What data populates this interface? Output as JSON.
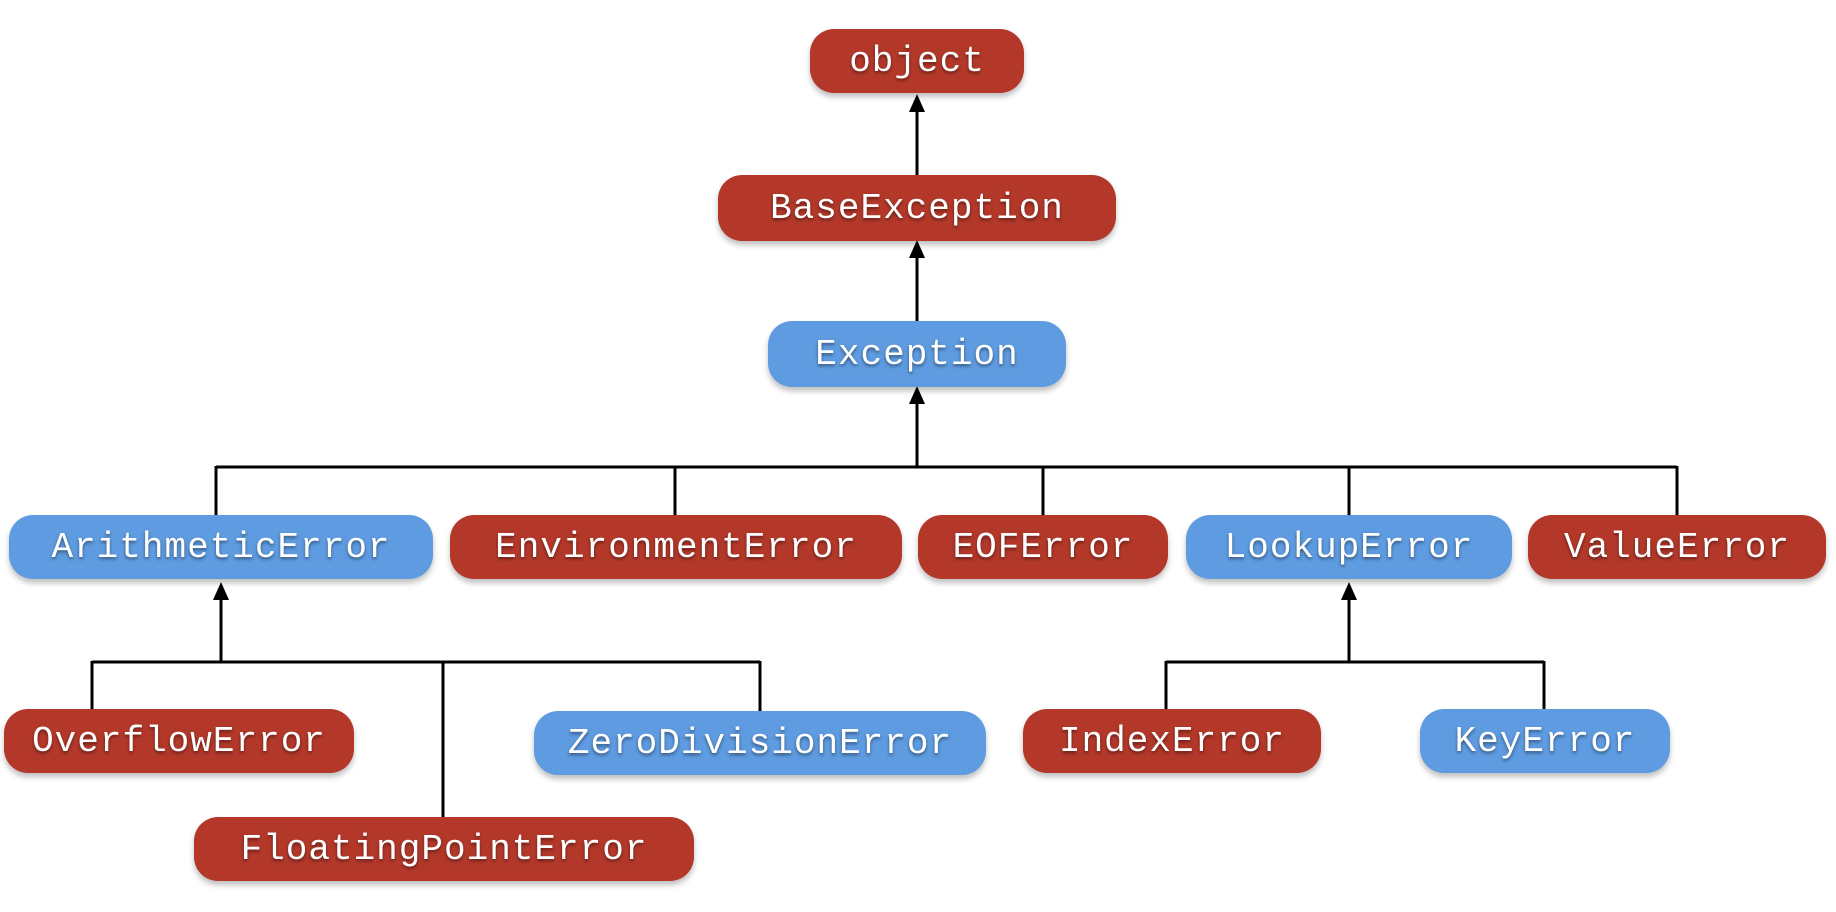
{
  "colors": {
    "red": "#b3382a",
    "blue": "#5e9be0",
    "connector": "#000000"
  },
  "nodes": [
    {
      "id": "object",
      "label": "object",
      "color": "red"
    },
    {
      "id": "base_exception",
      "label": "BaseException",
      "color": "red"
    },
    {
      "id": "exception",
      "label": "Exception",
      "color": "blue"
    },
    {
      "id": "arithmetic_error",
      "label": "ArithmeticError",
      "color": "blue"
    },
    {
      "id": "environment_error",
      "label": "EnvironmentError",
      "color": "red"
    },
    {
      "id": "eof_error",
      "label": "EOFError",
      "color": "red"
    },
    {
      "id": "lookup_error",
      "label": "LookupError",
      "color": "blue"
    },
    {
      "id": "value_error",
      "label": "ValueError",
      "color": "red"
    },
    {
      "id": "overflow_error",
      "label": "OverflowError",
      "color": "red"
    },
    {
      "id": "floating_point_error",
      "label": "FloatingPointError",
      "color": "red"
    },
    {
      "id": "zero_division_error",
      "label": "ZeroDivisionError",
      "color": "blue"
    },
    {
      "id": "index_error",
      "label": "IndexError",
      "color": "red"
    },
    {
      "id": "key_error",
      "label": "KeyError",
      "color": "blue"
    }
  ],
  "edges": [
    {
      "child": "base_exception",
      "parent": "object"
    },
    {
      "child": "exception",
      "parent": "base_exception"
    },
    {
      "child": "arithmetic_error",
      "parent": "exception"
    },
    {
      "child": "environment_error",
      "parent": "exception"
    },
    {
      "child": "eof_error",
      "parent": "exception"
    },
    {
      "child": "lookup_error",
      "parent": "exception"
    },
    {
      "child": "value_error",
      "parent": "exception"
    },
    {
      "child": "overflow_error",
      "parent": "arithmetic_error"
    },
    {
      "child": "floating_point_error",
      "parent": "arithmetic_error"
    },
    {
      "child": "zero_division_error",
      "parent": "arithmetic_error"
    },
    {
      "child": "index_error",
      "parent": "lookup_error"
    },
    {
      "child": "key_error",
      "parent": "lookup_error"
    }
  ]
}
